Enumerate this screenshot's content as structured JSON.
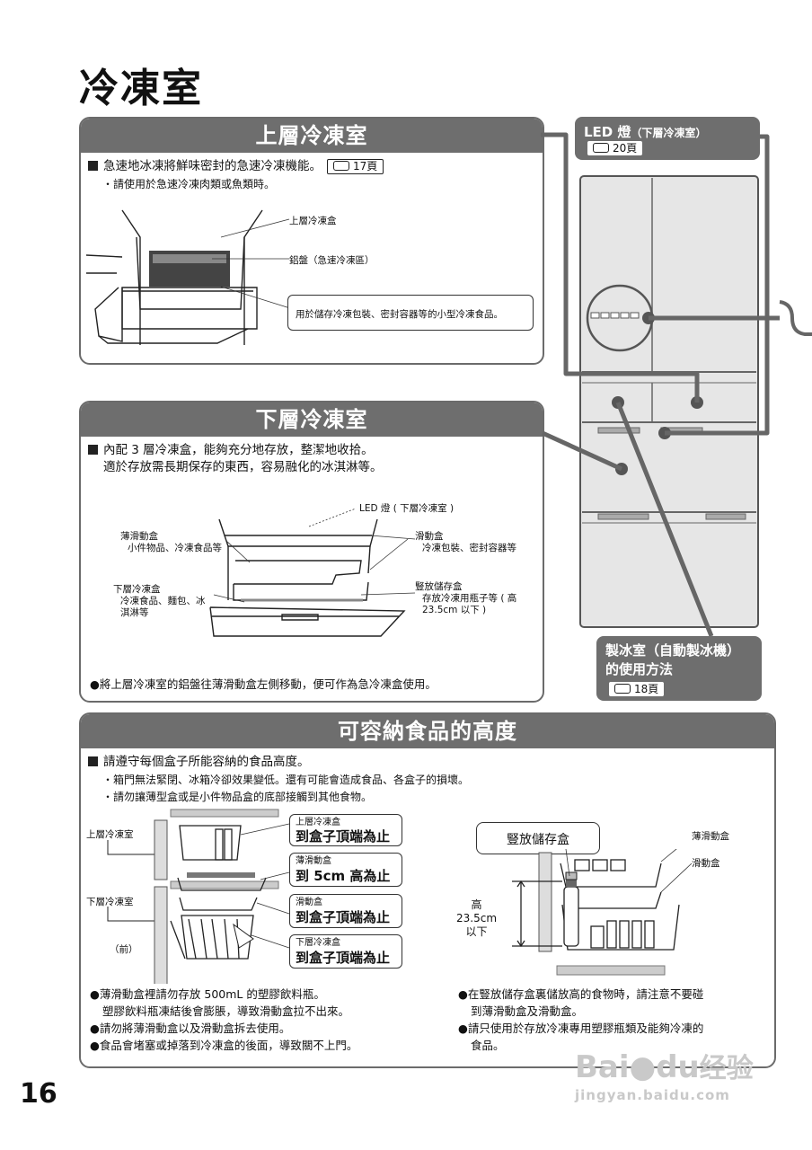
{
  "page_title": "冷凍室",
  "page_number": "16",
  "upper": {
    "title": "上層冷凍室",
    "bullet": "急速地冰凍將鮮味密封的急速冷凍機能。",
    "ref": "17頁",
    "sub": "・請使用於急速冷凍肉類或魚類時。",
    "label_box": "上層冷凍盒",
    "label_tray": "鋁盤（急速冷凍區）",
    "label_use": "用於儲存冷凍包裝、密封容器等的小型冷凍食品。"
  },
  "lower": {
    "title": "下層冷凍室",
    "bullet1": "內配 3 層冷凍盒，能夠充分地存放，整潔地收拾。",
    "bullet2": "適於存放需長期保存的東西，容易融化的冰淇淋等。",
    "led": "LED 燈 ( 下層冷凍室 )",
    "thin_title": "薄滑動盒",
    "thin_desc": "小件物品、冷凍食品等",
    "slide_title": "滑動盒",
    "slide_desc": "冷凍包裝、密封容器等",
    "bottom_title": "下層冷凍盒",
    "bottom_desc1": "冷凍食品、麵包、冰",
    "bottom_desc2": "淇淋等",
    "upright_title": "豎放儲存盒",
    "upright_desc1": "存放冷凍用瓶子等 ( 高",
    "upright_desc2": "23.5cm 以下 )",
    "note": "●將上層冷凍室的鋁盤往薄滑動盒左側移動，便可作為急冷凍盒使用。"
  },
  "side": {
    "led_title": "LED 燈",
    "led_sub": "（下層冷凍室）",
    "led_ref": "20頁",
    "ice_line1": "製冰室（自動製冰機）",
    "ice_line2": "的使用方法",
    "ice_ref": "18頁"
  },
  "height": {
    "title": "可容納食品的高度",
    "bullet": "請遵守每個盒子所能容納的食品高度。",
    "sub1": "・箱門無法緊閉、冰箱冷卻效果變低。還有可能會造成食品、各盒子的損壞。",
    "sub2": "・請勿讓薄型盒或是小件物品盒的底部接觸到其他食物。",
    "left_upper": "上層冷凍室",
    "left_lower": "下層冷凍室",
    "front": "（前）",
    "boxes": [
      {
        "t1": "上層冷凍盒",
        "t2": "到盒子頂端為止"
      },
      {
        "t1": "薄滑動盒",
        "t2": "到 5cm 高為止"
      },
      {
        "t1": "滑動盒",
        "t2": "到盒子頂端為止"
      },
      {
        "t1": "下層冷凍盒",
        "t2": "到盒子頂端為止"
      }
    ],
    "upright_box": "豎放儲存盒",
    "thin_box": "薄滑動盒",
    "slide_box": "滑動盒",
    "dim1": "高",
    "dim2": "23.5cm",
    "dim3": "以下",
    "note_l1": "●薄滑動盒裡請勿存放 500mL 的塑膠飲料瓶。",
    "note_l2": "塑膠飲料瓶凍結後會膨脹，導致滑動盒拉不出來。",
    "note_l3": "●請勿將薄滑動盒以及滑動盒拆去使用。",
    "note_l4": "●食品會堵塞或掉落到冷凍盒的後面，導致關不上門。",
    "note_r1": "●在豎放儲存盒裏儲放高的食物時，請注意不要碰",
    "note_r2": "到薄滑動盒及滑動盒。",
    "note_r3": "●請只使用於存放冷凍專用塑膠瓶類及能夠冷凍的",
    "note_r4": "食品。"
  },
  "watermark": {
    "brand": "Bai",
    "brand2": "du",
    "cn": "经验",
    "url": "jingyan.baidu.com"
  }
}
